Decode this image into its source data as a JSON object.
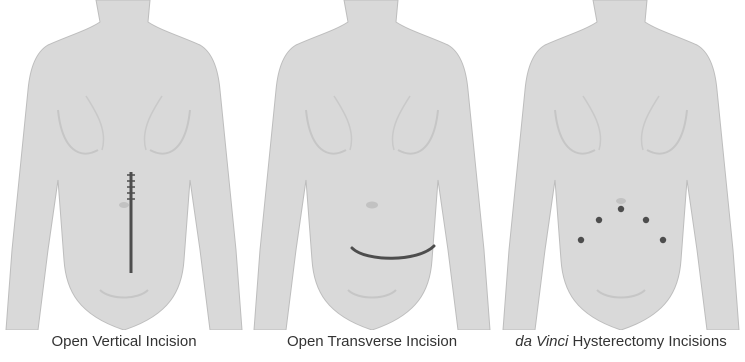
{
  "panels": [
    {
      "caption": "Open Vertical Incision",
      "incision": "vertical"
    },
    {
      "caption": "Open Transverse Incision",
      "incision": "transverse"
    },
    {
      "caption_italic": "da Vinci",
      "caption_rest": " Hysterectomy Incisions",
      "incision": "ports"
    }
  ],
  "colors": {
    "body": "#d9d9d9",
    "shade": "#c6c6c6",
    "outline": "#bdbdbd",
    "incision": "#4d4d4d",
    "text": "#333333"
  }
}
